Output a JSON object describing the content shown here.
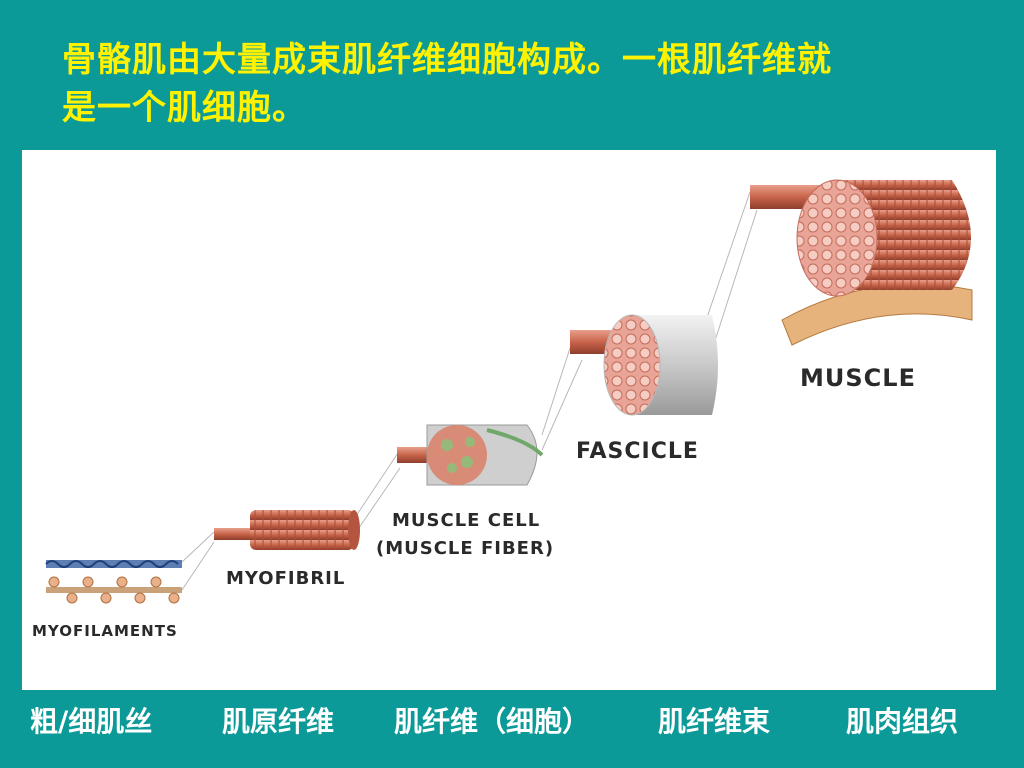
{
  "heading": {
    "line1": "骨骼肌由大量成束肌纤维细胞构成。一根肌纤维就",
    "line2": "是一个肌细胞。"
  },
  "diagram_labels": {
    "myofilaments": "MYOFILAMENTS",
    "myofibril": "MYOFIBRIL",
    "muscle_cell_1": "MUSCLE CELL",
    "muscle_cell_2": "(MUSCLE FIBER)",
    "fascicle": "FASCICLE",
    "muscle": "MUSCLE"
  },
  "captions": [
    "粗/细肌丝",
    "肌原纤维",
    "肌纤维（细胞）",
    "肌纤维束",
    "肌肉组织"
  ],
  "colors": {
    "background": "#0b9a98",
    "heading_text": "#fff200",
    "caption_text": "#ffffff",
    "muscle_red": "#c8644a",
    "muscle_light": "#f0b8a8"
  }
}
